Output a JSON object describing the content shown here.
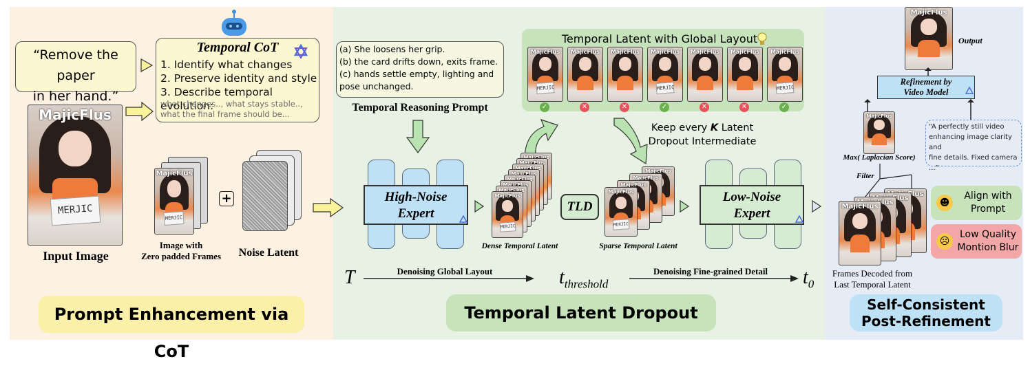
{
  "panels": {
    "left_title": "Prompt Enhancement via CoT",
    "middle_title": "Temporal Latent Dropout",
    "right_title_line1": "Self-Consistent",
    "right_title_line2": "Post-Refinement"
  },
  "left": {
    "quote_line1": "“Remove the paper",
    "quote_line2": "in her hand.”",
    "cot_title": "Temporal CoT",
    "cot_step1": "1. Identify what changes",
    "cot_step2": "2. Preserve identity and style",
    "cot_step3": "3. Describe temporal evolution:",
    "cot_detail1": "what changes.., what stays stable..,",
    "cot_detail2": "what the final frame should be...",
    "watermark": "MajicFlus",
    "paper_text": "MERJIC",
    "input_label": "Input Image",
    "zero_pad_line1": "Image with",
    "zero_pad_line2": "Zero padded Frames",
    "plus": "+",
    "noise_label": "Noise Latent"
  },
  "middle": {
    "reason_a": "(a) She loosens her grip.",
    "reason_b": "(b) the card drifts down, exits frame.",
    "reason_c1": "(c) hands settle empty, lighting and",
    "reason_c2": "pose unchanged.",
    "reasoning_label": "Temporal Reasoning Prompt",
    "global_layout_title": "Temporal Latent with Global Layout",
    "frame_status": [
      "ok",
      "bad",
      "bad",
      "ok",
      "bad",
      "bad",
      "ok"
    ],
    "high_noise_line1": "High-Noise",
    "high_noise_line2": "Expert",
    "dense_label": "Dense Temporal Latent",
    "tld": "TLD",
    "keep_k_pre": "Keep every ",
    "keep_k_k": "K",
    "keep_k_post": " Latent",
    "keep_k_line2": "Dropout Intermediate",
    "sparse_label": "Sparse Temporal Latent",
    "low_noise_line1": "Low-Noise",
    "low_noise_line2": "Expert",
    "t_start": "T",
    "t_mid": "t",
    "t_mid_sub": "threshold",
    "t_end": "t",
    "t_end_sub": "0",
    "denoise_global": "Denoising Global Layout",
    "denoise_fine": "Denoising Fine-grained Detail"
  },
  "right": {
    "output_label": "Output",
    "refine_line1": "Refinement by",
    "refine_line2": "Video Model",
    "max_label": "Max( Laplacian Score)",
    "filter_label": "Filter",
    "still_prompt_line1": "“A perfectly still video",
    "still_prompt_line2": "enhancing image clarity and",
    "still_prompt_line3": "fine details. Fixed camera",
    "still_prompt_line4": "...”",
    "align_line1": "Align with",
    "align_line2": "Prompt",
    "lowq_line1": "Low Quality",
    "lowq_line2": "Montion Blur",
    "frames_line1": "Frames Decoded from",
    "frames_line2": "Last Temporal Latent"
  },
  "colors": {
    "left_bg": "#fdf1e2",
    "middle_bg": "#e8f2e4",
    "right_bg": "#e6ecf6",
    "cot_bubble": "#fbf7d0",
    "high_noise": "#bfe1f6",
    "low_noise": "#d6ecd2",
    "ok": "#6ab04c",
    "bad": "#e8505b"
  }
}
